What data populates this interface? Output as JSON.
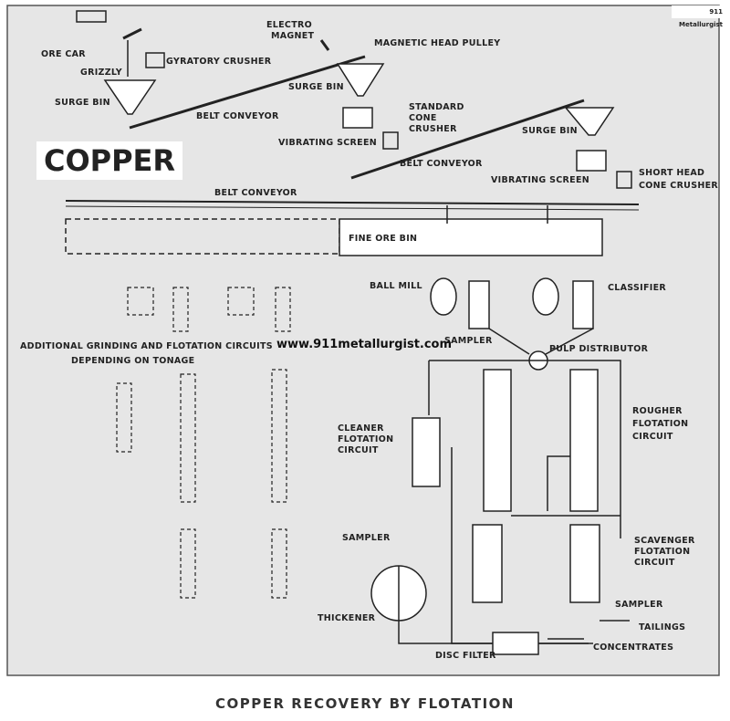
{
  "title": "COPPER RECOVERY BY FLOTATION",
  "banner": "COPPER",
  "website": "www.911metallurgist.com",
  "logo": "911 Metallurgist",
  "labels": {
    "ore_car": "ORE CAR",
    "grizzly": "GRIZZLY",
    "gyratory_crusher": "GYRATORY CRUSHER",
    "surge_bin_1": "SURGE BIN",
    "belt_conveyor_1": "BELT CONVEYOR",
    "electro": "ELECTRO",
    "magnet": "MAGNET",
    "magnetic_head_pulley": "MAGNETIC HEAD PULLEY",
    "surge_bin_2": "SURGE BIN",
    "standard": "STANDARD",
    "cone": "CONE",
    "crusher": "CRUSHER",
    "vibrating_screen_1": "VIBRATING SCREEN",
    "belt_conveyor_2": "BELT CONVEYOR",
    "surge_bin_3": "SURGE BIN",
    "vibrating_screen_2": "VIBRATING SCREEN",
    "short_head": "SHORT HEAD",
    "cone_crusher": "CONE CRUSHER",
    "belt_conveyor_3": "BELT CONVEYOR",
    "fine_ore_bin": "FINE ORE BIN",
    "ball_mill": "BALL MILL",
    "classifier": "CLASSIFIER",
    "sampler_1": "SAMPLER",
    "pulp_distributor": "PULP DISTRIBUTOR",
    "additional_1": "ADDITIONAL GRINDING AND FLOTATION  CIRCUITS",
    "additional_2": "DEPENDING ON TONAGE",
    "cleaner_1": "CLEANER",
    "cleaner_2": "FLOTATION",
    "cleaner_3": "CIRCUIT",
    "rougher_1": "ROUGHER",
    "rougher_2": "FLOTATION",
    "rougher_3": "CIRCUIT",
    "sampler_2": "SAMPLER",
    "scavenger_1": "SCAVENGER",
    "scavenger_2": "FLOTATION",
    "scavenger_3": "CIRCUIT",
    "sampler_3": "SAMPLER",
    "thickener": "THICKENER",
    "tailings": "TAILINGS",
    "disc_filter": "DISC FILTER",
    "concentrates": "CONCENTRATES"
  }
}
